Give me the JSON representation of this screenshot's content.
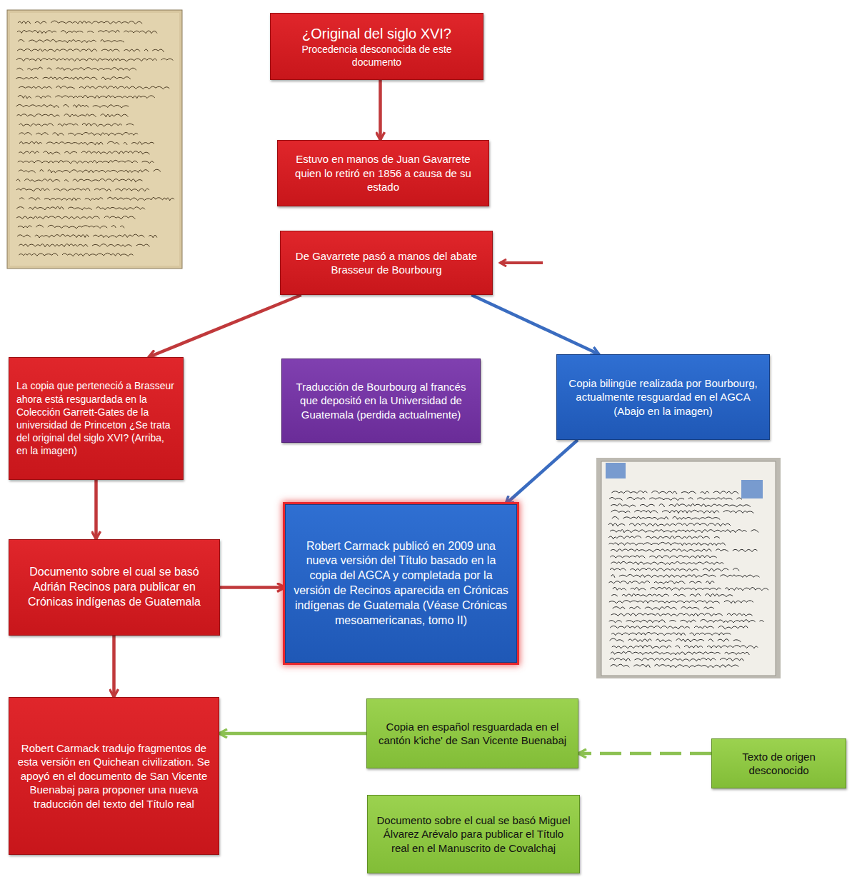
{
  "diagram": {
    "nodes": [
      {
        "text": [
          "¿Original del siglo XVI?",
          "Procedencia desconocida de este documento"
        ]
      },
      {
        "text": [
          "Estuvo en manos de Juan Gavarrete quien lo retiró en 1856 a causa de su estado"
        ]
      },
      {
        "text": [
          "De Gavarrete pasó a manos del abate Brasseur de Bourbourg"
        ]
      },
      {
        "text": [
          "La copia que perteneció a Brasseur ahora está resguardada en la Colección Garrett-Gates de la universidad de Princeton ¿Se trata del original del siglo XVI? (Arriba, en la imagen)"
        ]
      },
      {
        "text": [
          "Traducción de Bourbourg al francés que depositó en la Universidad de Guatemala (perdida actualmente)"
        ]
      },
      {
        "text": [
          "Copia bilingüe realizada por Bourbourg, actualmente resguardad en el AGCA (Abajo en la imagen)"
        ]
      },
      {
        "text": [
          "Documento sobre el cual se basó Adrián Recinos para publicar en Crónicas indígenas de Guatemala"
        ]
      },
      {
        "text": [
          "Robert Carmack publicó en 2009 una nueva versión del Título basado en la copia del AGCA y completada por la versión de Recinos aparecida en Crónicas indígenas de Guatemala (Véase Crónicas mesoamericanas, tomo II)"
        ]
      },
      {
        "text": [
          "Robert Carmack tradujo fragmentos de esta versión en Quichean civilization. Se apoyó en el documento de San Vicente Buenabaj para proponer una nueva traducción del texto del Título real"
        ]
      },
      {
        "text": [
          "Copia en español resguardada en el cantón k'iche' de San Vicente Buenabaj"
        ]
      },
      {
        "text": [
          "Texto de origen desconocido"
        ]
      },
      {
        "text": [
          "Documento sobre el cual se basó Miguel Álvarez Arévalo para publicar el Título real en el Manuscrito de Covalchaj"
        ]
      }
    ],
    "edges": [
      {
        "from": 0,
        "to": 1,
        "arrow": "to"
      },
      {
        "from": 2,
        "to": 3,
        "arrow": "to"
      },
      {
        "from": 2,
        "to": 5,
        "arrow": "to"
      },
      {
        "from": 3,
        "to": 6,
        "arrow": "to"
      },
      {
        "from": 5,
        "to": 7,
        "arrow": "to"
      },
      {
        "from": 6,
        "to": 7,
        "arrow": "to"
      },
      {
        "from": 6,
        "to": 8,
        "arrow": "to"
      },
      {
        "from": 9,
        "to": 8,
        "arrow": "to"
      },
      {
        "from": 10,
        "to": 9,
        "arrow": "to"
      }
    ]
  }
}
